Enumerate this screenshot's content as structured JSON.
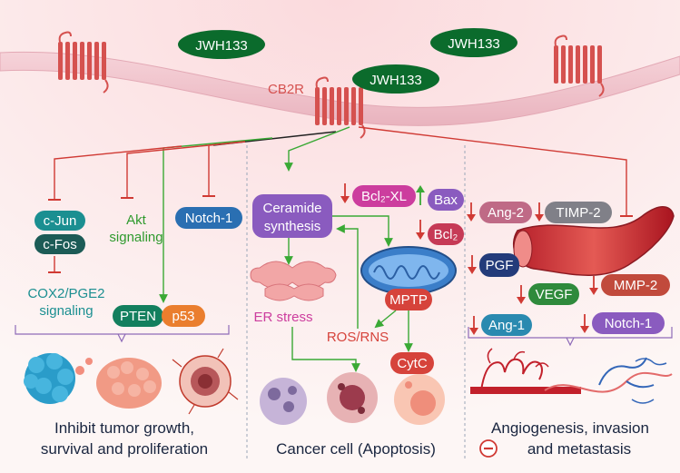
{
  "ligand": "JWH133",
  "receptor": "CB2R",
  "left_panel": {
    "cjun": "c-Jun",
    "cfos": "c-Fos",
    "akt_line1": "Akt",
    "akt_line2": "signaling",
    "notch": "Notch-1",
    "cox_line1": "COX2/PGE2",
    "cox_line2": "signaling",
    "pten": "PTEN",
    "p53": "p53",
    "outcome_line1": "Inhibit tumor growth,",
    "outcome_line2": "survival and proliferation"
  },
  "middle_panel": {
    "ceramide_line1": "Ceramide",
    "ceramide_line2": "synthesis",
    "bclxl": "Bcl₂-XL",
    "bax": "Bax",
    "bcl2": "Bcl₂",
    "mptp": "MPTP",
    "er_stress": "ER stress",
    "ros": "ROS/RNS",
    "cytc": "CytC",
    "outcome": "Cancer cell (Apoptosis)"
  },
  "right_panel": {
    "ang2": "Ang-2",
    "timp2": "TIMP-2",
    "pgf": "PGF",
    "vegf": "VEGF",
    "mmp2": "MMP-2",
    "ang1": "Ang-1",
    "notch": "Notch-1",
    "outcome_line1": "Angiogenesis, invasion",
    "outcome_line2": "and metastasis"
  },
  "colors": {
    "activation": "#3aa935",
    "inhibition": "#d03a34",
    "receptor": "#d5514f",
    "ligand": "#0b6b2c",
    "membrane": "#f0c6cf",
    "teal": "#1b8f91",
    "dark_teal": "#1c5b56",
    "navy": "#233b7a",
    "green": "#2f8a3c",
    "purple": "#8a5bbf",
    "crimson": "#c63a56",
    "magenta": "#cc3d9e",
    "orange": "#ea7e2e",
    "mauve": "#bf6a86",
    "red": "#d6433b",
    "blue": "#2a6fb2"
  }
}
